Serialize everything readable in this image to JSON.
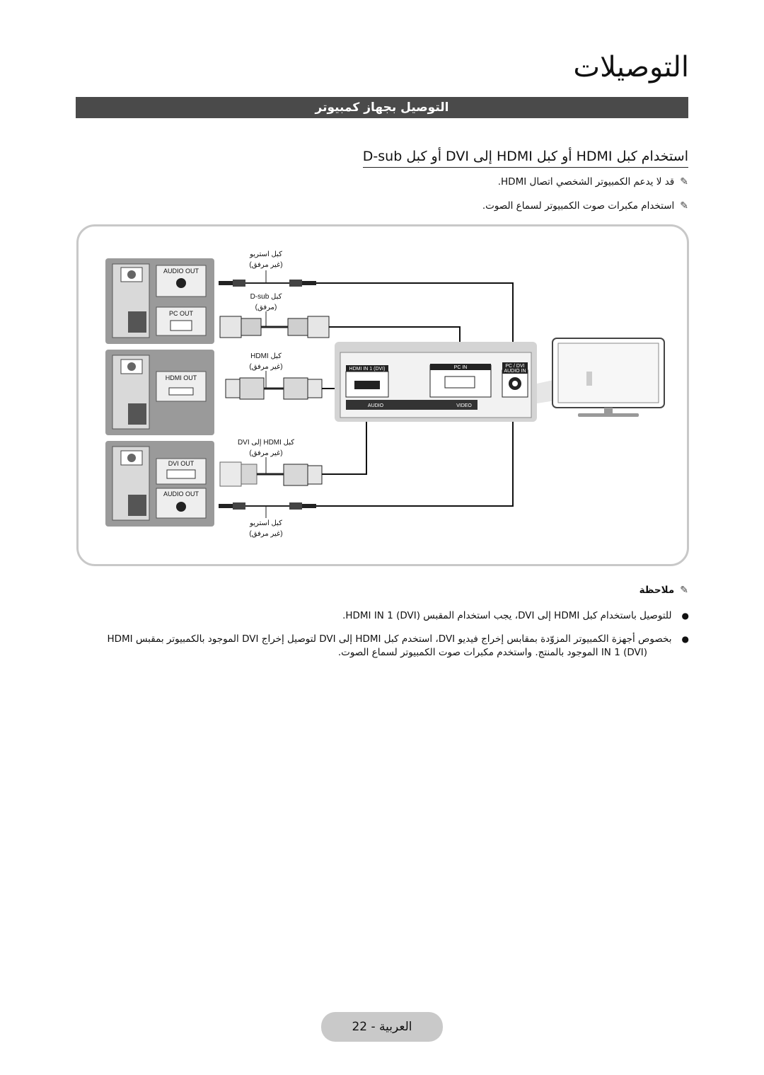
{
  "page": {
    "title": "التوصيلات",
    "section_bar": "التوصيل بجهاز كمبيوتر",
    "subheading": "استخدام كبل HDMI أو كبل HDMI إلى DVI أو كبل D-sub",
    "notes_top": [
      "قد لا يدعم الكمبيوتر الشخصي اتصال HDMI.",
      "استخدام مكبرات صوت الكمبيوتر لسماع الصوت."
    ],
    "notes_heading": "ملاحظة",
    "bullets": [
      "للتوصيل باستخدام كبل HDMI إلى DVI، يجب استخدام المقبس HDMI IN 1 (DVI).",
      "بخصوص أجهزة الكمبيوتر المزوّدة بمقابس إخراج فيديو DVI، استخدم كبل HDMI إلى DVI لتوصيل إخراج DVI الموجود بالكمبيوتر بمقبس HDMI",
      "IN 1 (DVI) الموجود بالمنتج. واستخدم مكبرات صوت الكمبيوتر لسماع الصوت."
    ],
    "page_number": "العربية - 22"
  },
  "diagram": {
    "pc_ports": {
      "audio_out": "AUDIO OUT",
      "pc_out": "PC OUT",
      "hdmi_out": "HDMI OUT",
      "dvi_out": "DVI OUT",
      "audio_out_2": "AUDIO OUT"
    },
    "cable_labels": {
      "stereo_1a": "كبل استريو",
      "stereo_1b": "(غير مرفق)",
      "dsub_a": "كبل D-sub",
      "dsub_b": "(مرفق)",
      "hdmi_a": "كبل HDMI",
      "hdmi_b": "(غير مرفق)",
      "hdmi_dvi_a": "كبل HDMI إلى DVI",
      "hdmi_dvi_b": "(غير مرفق)",
      "stereo_2a": "كبل استريو",
      "stereo_2b": "(غير مرفق)"
    },
    "tv_ports": {
      "hdmi_in": "HDMI IN 1 (DVI)",
      "pc_in": "PC IN",
      "pc_dvi_audio_in_1": "PC / DVI",
      "pc_dvi_audio_in_2": "AUDIO IN",
      "audio": "AUDIO",
      "video": "VIDEO"
    }
  }
}
